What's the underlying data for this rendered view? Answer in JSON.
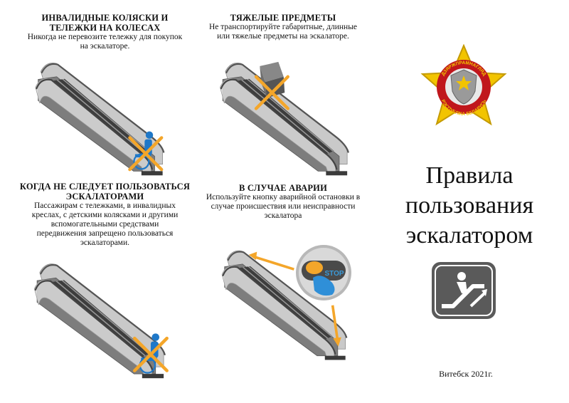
{
  "panels": [
    {
      "title_line1": "ИНВАЛИДНЫЕ КОЛЯСКИ И",
      "title_line2": "ТЕЛЕЖКИ НА КОЛЕСАХ",
      "text_line1": "Никогда не перевозите тележку для покупок",
      "text_line2": "на эскалаторе."
    },
    {
      "title": "ТЯЖЕЛЫЕ ПРЕДМЕТЫ",
      "text_line1": "Не транспортируйте габаритные, длинные",
      "text_line2": "или тяжелые предметы на эскалаторе."
    },
    {
      "title_line1": "КОГДА НЕ СЛЕДУЕТ ПОЛЬЗОВАТЬСЯ",
      "title_line2": "ЭСКАЛАТОРАМИ",
      "text_lines": [
        "Пассажирам с тележками, в инвалидных",
        "креслах, с детскими колясками и другими",
        "вспомогательными средствами",
        "передвижения запрещено пользоваться",
        "эскалаторами."
      ]
    },
    {
      "title": "В СЛУЧАЕ АВАРИИ",
      "text_line1": "Используйте кнопку аварийной остановки в",
      "text_line2": "случае происшествия или неисправности",
      "text_line3": "эскалатора"
    }
  ],
  "stop_label": "STOP",
  "emblem": {
    "top_text": "ДЗЯРЖПРАМНАГЛЯД",
    "bottom_text": "РЭСПУБЛІКА БЕЛАРУСЬ"
  },
  "main_title": [
    "Правила",
    "пользования",
    "эскалатором"
  ],
  "footer": "Витебск 2021г.",
  "colors": {
    "cross": "#f4a62a",
    "figure": "#1f78c8",
    "emblem_gold": "#f2c400",
    "emblem_red": "#c0161c",
    "icon_bg": "#5a5a5a"
  },
  "icons": [
    "escalator-icon",
    "cross-mark",
    "stop-button",
    "emblem"
  ]
}
